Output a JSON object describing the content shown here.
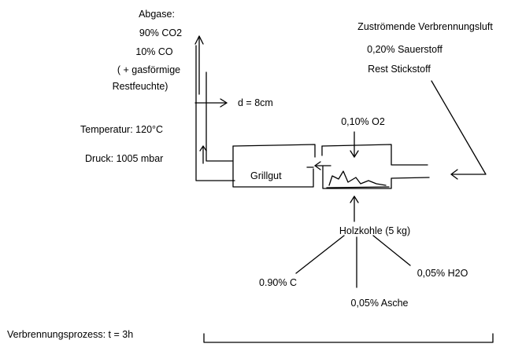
{
  "exhaust": {
    "heading": "Abgase:",
    "co2": "90% CO2",
    "co": "10% CO",
    "humidity_line1": "( + gasförmige",
    "humidity_line2": "Restfeuchte)"
  },
  "pipe": {
    "diameter": "d = 8cm",
    "temperature": "Temperatur: 120°C",
    "pressure": "Druck: 1005 mbar"
  },
  "inflow_air": {
    "heading": "Zuströmende Verbrennungsluft",
    "oxygen": "0,20% Sauerstoff",
    "nitrogen": "Rest Stickstoff"
  },
  "grill": {
    "food_label": "Grillgut",
    "o2_label": "0,10% O2"
  },
  "charcoal": {
    "heading": "Holzkohle (5 kg)",
    "carbon": "0.90% C",
    "water": "0,05% H2O",
    "ash": "0,05% Asche"
  },
  "process": {
    "duration": "Verbrennungsprozess: t = 3h"
  }
}
